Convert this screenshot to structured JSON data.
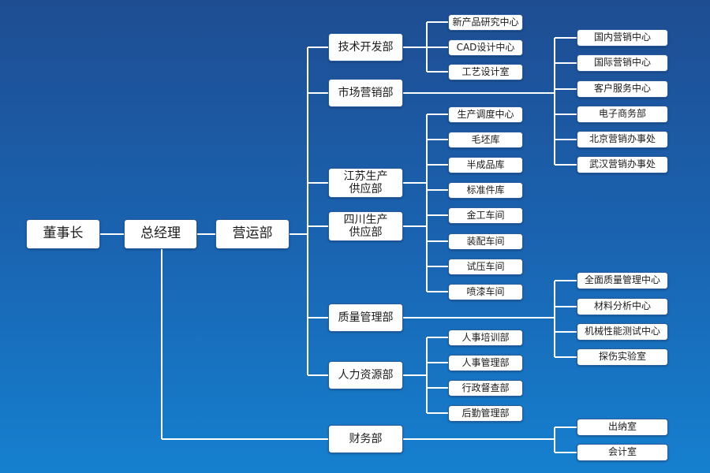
{
  "chairman": "董事长",
  "gm": "总经理",
  "ops": "营运部",
  "departments": {
    "tech": "技术开发部",
    "marketing": "市场营销部",
    "jiangsu": "江苏生产\n供应部",
    "sichuan": "四川生产\n供应部",
    "quality": "质量管理部",
    "hr": "人力资源部",
    "finance": "财务部"
  },
  "tech_units": [
    "新产品研究中心",
    "CAD设计中心",
    "工艺设计室"
  ],
  "marketing_units": [
    "国内营销中心",
    "国际营销中心",
    "客户服务中心",
    "电子商务部",
    "北京营销办事处",
    "武汉营销办事处"
  ],
  "production_units": [
    "生产调度中心",
    "毛坯库",
    "半成品库",
    "标准件库",
    "金工车间",
    "装配车间",
    "试压车间",
    "喷漆车间"
  ],
  "quality_units": [
    "全面质量管理中心",
    "材料分析中心",
    "机械性能测试中心",
    "探伤实验室"
  ],
  "hr_units": [
    "人事培训部",
    "人事管理部",
    "行政督查部",
    "后勤管理部"
  ],
  "finance_units": [
    "出纳室",
    "会计室"
  ]
}
